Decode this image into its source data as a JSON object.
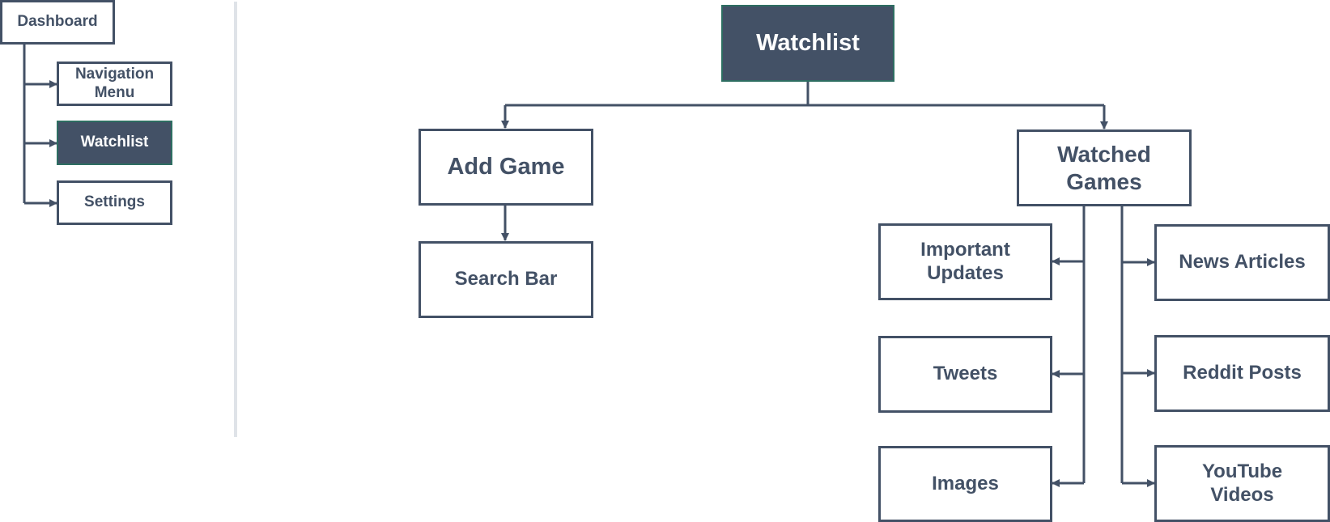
{
  "sitemap": {
    "root": "Dashboard",
    "children": [
      "Navigation\nMenu",
      "Watchlist",
      "Settings"
    ],
    "active": "Watchlist"
  },
  "watchlist": {
    "title": "Watchlist",
    "add_game": "Add Game",
    "search_bar": "Search Bar",
    "watched_games": "Watched\nGames",
    "left_items": [
      "Important\nUpdates",
      "Tweets",
      "Images"
    ],
    "right_items": [
      "News Articles",
      "Reddit Posts",
      "YouTube\nVideos"
    ]
  },
  "colors": {
    "primary": "#435166",
    "active_fill": "#435166",
    "divider": "#dfe3e8"
  }
}
